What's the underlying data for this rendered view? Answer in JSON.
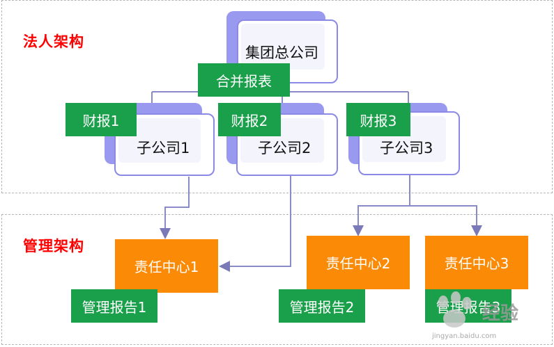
{
  "sections": {
    "legal_title": "法人架构",
    "mgmt_title": "管理架构"
  },
  "group": {
    "company": "集团总公司",
    "consolidated": "合并报表"
  },
  "subsidiaries": [
    {
      "name": "子公司1",
      "report": "财报1"
    },
    {
      "name": "子公司2",
      "report": "财报2"
    },
    {
      "name": "子公司3",
      "report": "财报3"
    }
  ],
  "centers": [
    {
      "name": "责任中心1",
      "report": "管理报告1"
    },
    {
      "name": "责任中心2",
      "report": "管理报告2"
    },
    {
      "name": "责任中心3",
      "report": "管理报告3"
    }
  ],
  "watermark": {
    "text": "经验",
    "sub": "jingyan.baidu.com",
    "icon": "paw-icon"
  },
  "colors": {
    "section_title": "#ff0000",
    "report_box": "#1aa04a",
    "center_box": "#fb8a07",
    "card_border": "#8a8ae6",
    "card_shadow": "#9999f0",
    "connector": "#8a8ac8"
  }
}
